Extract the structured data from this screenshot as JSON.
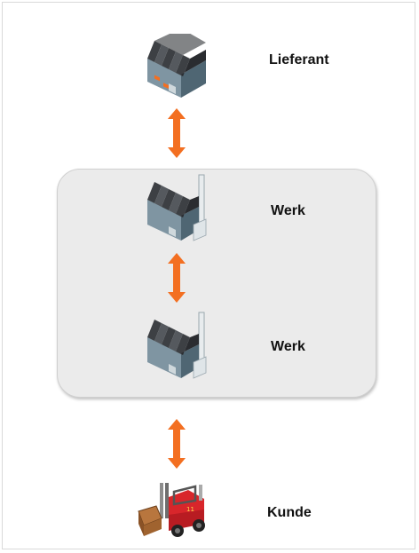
{
  "colors": {
    "arrow": "#f36f21",
    "group_fill": "#ebebeb",
    "factory_roof": "#4a4d52",
    "factory_wall": "#8fa4b0",
    "forklift_body": "#d8262b"
  },
  "nodes": [
    {
      "label": "Lieferant",
      "icon": "factory-icon"
    },
    {
      "label": "Werk",
      "icon": "plant-with-chimney-icon"
    },
    {
      "label": "Werk",
      "icon": "plant-with-chimney-icon"
    },
    {
      "label": "Kunde",
      "icon": "forklift-icon"
    }
  ]
}
